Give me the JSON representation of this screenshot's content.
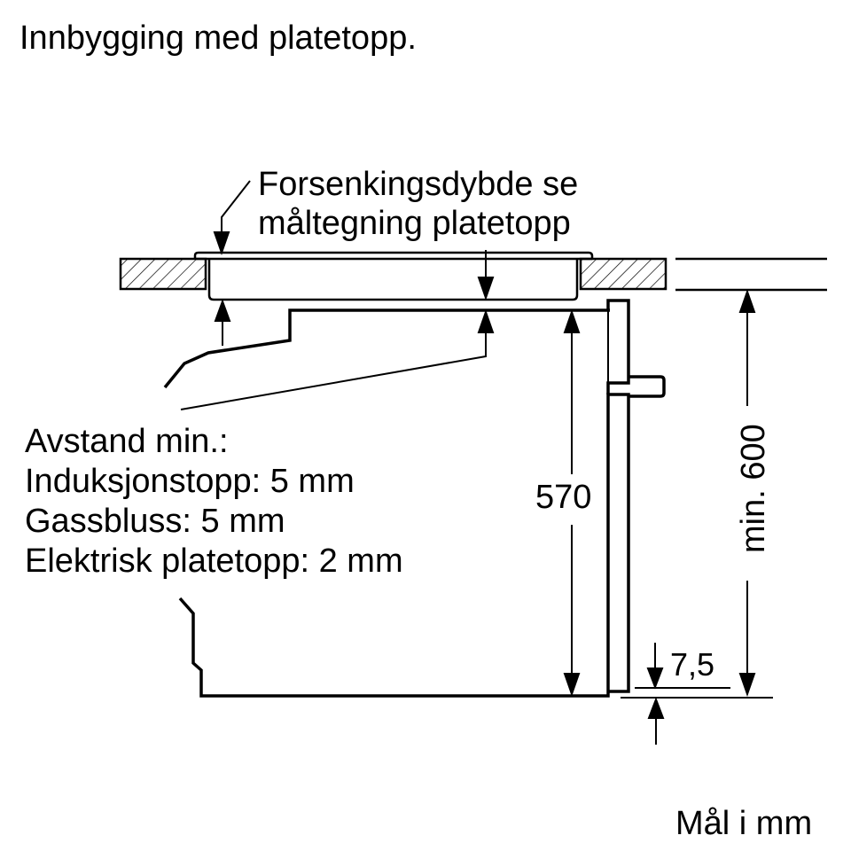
{
  "title": "Innbygging med platetopp.",
  "callout": {
    "line1": "Forsenkingsdybde se",
    "line2": "måltegning platetopp"
  },
  "distance_note": {
    "heading": "Avstand min.:",
    "items": [
      "Induksjonstopp: 5 mm",
      "Gassbluss: 5 mm",
      "Elektrisk platetopp: 2 mm"
    ]
  },
  "dimensions": {
    "oven_height": "570",
    "min_niche_height": "min. 600",
    "bottom_offset": "7,5"
  },
  "units_note": "Mål i mm",
  "colors": {
    "line": "#000000",
    "background": "#ffffff"
  }
}
